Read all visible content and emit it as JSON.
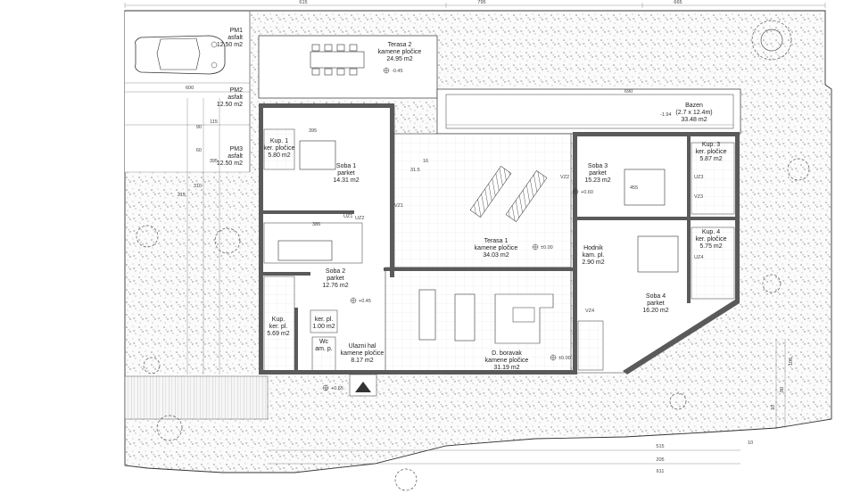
{
  "plan": {
    "parking": [
      {
        "name": "PM1",
        "surface": "asfalt",
        "area": "12.50 m2"
      },
      {
        "name": "PM2",
        "surface": "asfalt",
        "area": "12.50 m2"
      },
      {
        "name": "PM3",
        "surface": "asfalt",
        "area": "12.50 m2"
      }
    ],
    "rooms": [
      {
        "id": "terasa2",
        "name": "Terasa 2",
        "finish": "kamene pločice",
        "area": "24.95 m2"
      },
      {
        "id": "kup1",
        "name": "Kup. 1",
        "finish": "ker. pločice",
        "area": "5.80 m2"
      },
      {
        "id": "soba1",
        "name": "Soba 1",
        "finish": "parket",
        "area": "14.31 m2"
      },
      {
        "id": "soba2",
        "name": "Soba 2",
        "finish": "parket",
        "area": "12.76 m2"
      },
      {
        "id": "kup2",
        "name": "Kup.",
        "finish": "ker. pl.",
        "area": "5.69 m2"
      },
      {
        "id": "kerpl",
        "name": "",
        "finish": "ker. pl.",
        "area": "1.00 m2"
      },
      {
        "id": "wc",
        "name": "Wc",
        "finish": "am. p.",
        "area": ""
      },
      {
        "id": "ulazni",
        "name": "Ulazni hal",
        "finish": "kamene pločice",
        "area": "8.17 m2"
      },
      {
        "id": "terasa1",
        "name": "Terasa 1",
        "finish": "kamene pločice",
        "area": "34.03 m2"
      },
      {
        "id": "dboravak",
        "name": "D. boravak",
        "finish": "kamene pločice",
        "area": "31.19 m2"
      },
      {
        "id": "soba3",
        "name": "Soba 3",
        "finish": "parket",
        "area": "15.23 m2"
      },
      {
        "id": "kup3",
        "name": "Kup. 3",
        "finish": "ker. pločice",
        "area": "5.87 m2"
      },
      {
        "id": "hodnik",
        "name": "Hodnik",
        "finish": "kam. pl.",
        "area": "2.90 m2"
      },
      {
        "id": "kup4",
        "name": "Kup. 4",
        "finish": "ker. pločice",
        "area": "5.75 m2"
      },
      {
        "id": "soba4",
        "name": "Soba 4",
        "finish": "parket",
        "area": "16.20 m2"
      }
    ],
    "pool": {
      "name": "Bazen",
      "size": "(2.7 x 12.4m)",
      "area": "33.48 m2",
      "level": "-1.94"
    },
    "levels": {
      "terasa2": "-0.45",
      "soba3": "+0.60",
      "terasa1": "±0.00",
      "hall": "+0.45",
      "boravak": "±0.00",
      "entrance": "+0.65"
    },
    "window_tags": [
      "UZ1",
      "UZ2",
      "VZ1",
      "VZ2",
      "VZ3",
      "UZ3",
      "UZ4",
      "VZ4"
    ],
    "dimensions": {
      "top": [
        "615",
        "795",
        "665"
      ],
      "left": [
        "215",
        "310",
        "395",
        "60",
        "90",
        "115"
      ],
      "bottom": [
        "515",
        "205",
        "611",
        "10"
      ],
      "right": [
        "106",
        "80",
        "10"
      ],
      "interior": [
        "600",
        "690",
        "386",
        "395",
        "455",
        "16",
        "31.5"
      ]
    }
  }
}
